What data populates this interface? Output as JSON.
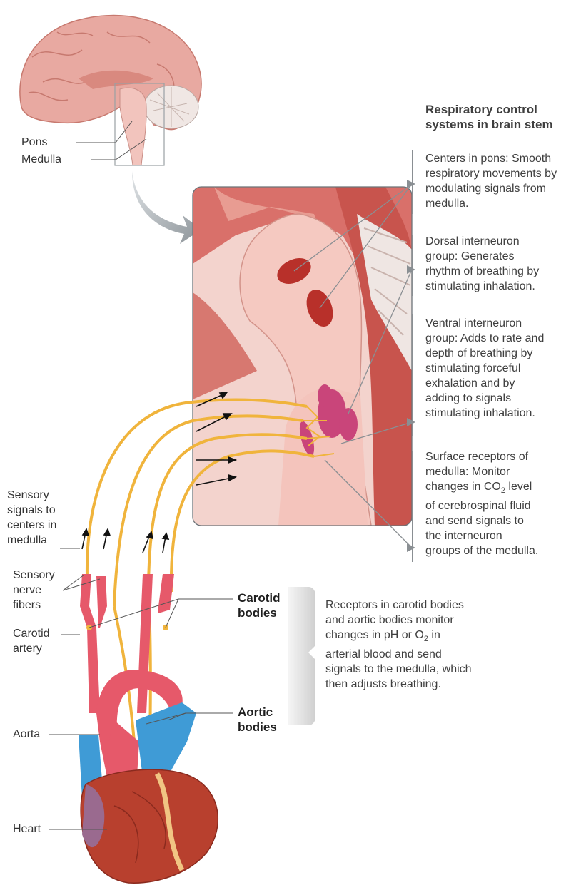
{
  "labels": {
    "pons": "Pons",
    "medulla": "Medulla",
    "sensory_signals": [
      "Sensory",
      "signals to",
      "centers in",
      "medulla"
    ],
    "sensory_nerve": [
      "Sensory",
      "nerve",
      "fibers"
    ],
    "carotid_artery": [
      "Carotid",
      "artery"
    ],
    "carotid_bodies": [
      "Carotid",
      "bodies"
    ],
    "aortic_bodies": [
      "Aortic",
      "bodies"
    ],
    "aorta": "Aorta",
    "heart": "Heart"
  },
  "panel": {
    "title": [
      "Respiratory control",
      "systems in brain stem"
    ],
    "pons_centers": [
      "Centers in pons: Smooth",
      "respiratory movements by",
      "modulating signals from",
      "medulla."
    ],
    "dorsal": [
      "Dorsal interneuron",
      "group: Generates",
      "rhythm of breathing by",
      "stimulating inhalation."
    ],
    "ventral": [
      "Ventral interneuron",
      "group: Adds to rate and",
      "depth of breathing by",
      "stimulating forceful",
      "exhalation and by",
      "adding to signals",
      "stimulating inhalation."
    ],
    "surface": {
      "line1": "Surface receptors of",
      "line2": "medulla: Monitor",
      "line3_pre": "changes in CO",
      "line3_sub": "2",
      "line3_post": " level",
      "line4": "of cerebrospinal fluid",
      "line5": "and send signals to",
      "line6": "the interneuron",
      "line7": "groups of the medulla."
    }
  },
  "receptors_note": {
    "line1": "Receptors in carotid bodies",
    "line2": "and aortic bodies monitor",
    "line3_pre": "changes in pH or O",
    "line3_sub": "2",
    "line3_post": " in",
    "line4": "arterial blood and send",
    "line5": "signals to the medulla, which",
    "line6": "then adjusts breathing."
  },
  "colors": {
    "brain": "#e8a9a1",
    "brain_dark": "#c8655c",
    "brainstem": "#f2c4bd",
    "center_red": "#b8302a",
    "center_pink": "#c9457a",
    "nerve": "#f0b43c",
    "artery": "#e6596a",
    "vein": "#3f9bd6",
    "heart": "#b8402e"
  }
}
